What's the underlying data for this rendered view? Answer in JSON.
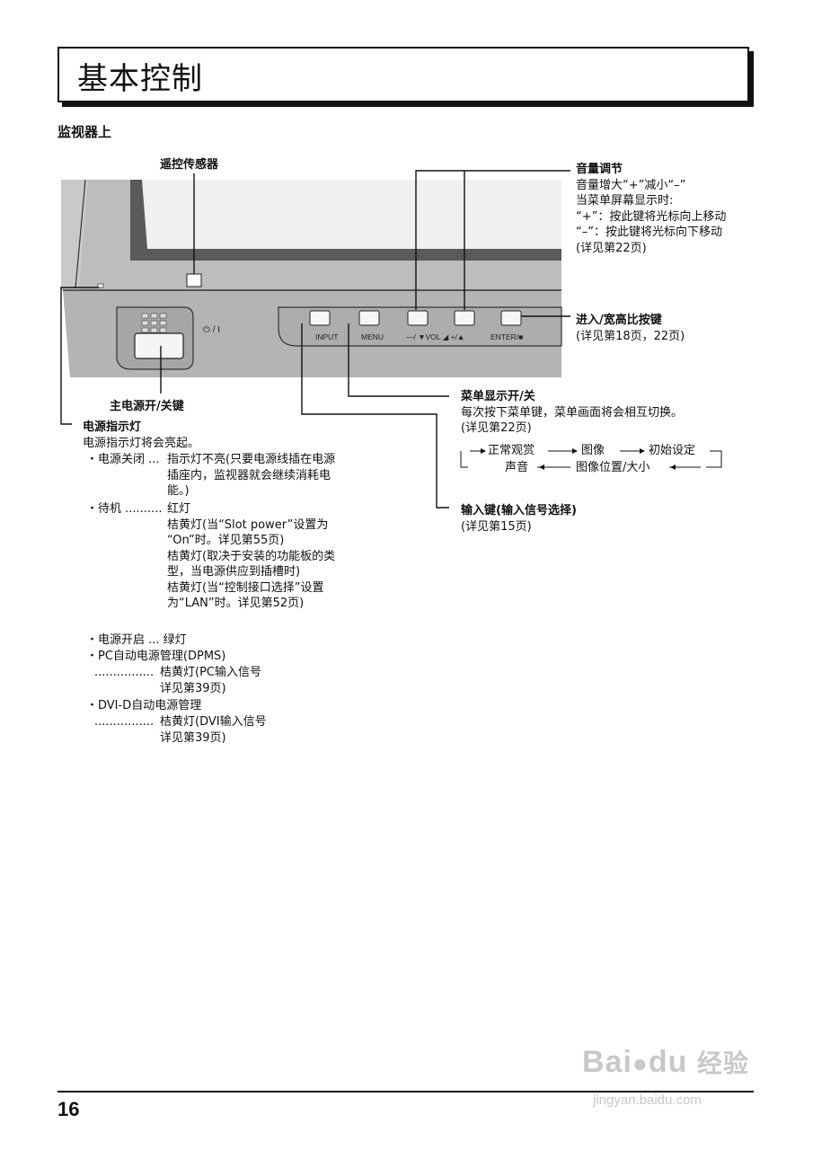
{
  "title": "基本控制",
  "section": "监视器上",
  "labels": {
    "remote_sensor": "遥控传感器",
    "main_power": "主电源开/关键"
  },
  "buttons": {
    "input": "INPUT",
    "menu": "MENU",
    "vol": "—/ ▼VOL ◢ +/▲",
    "enter": "ENTER/■",
    "power_symbol": "⏻ / I"
  },
  "volume": {
    "heading": "音量调节",
    "lines": [
      "音量增大“+”减小“–”",
      "当菜单屏幕显示时:",
      "“+”：按此键将光标向上移动",
      "“–”：按此键将光标向下移动",
      "(详见第22页)"
    ]
  },
  "enter_key": {
    "heading": "进入/宽高比按键",
    "lines": [
      "(详见第18页，22页)"
    ]
  },
  "menu_key": {
    "heading": "菜单显示开/关",
    "lines": [
      "每次按下菜单键，菜单画面将会相互切换。",
      "(详见第22页)"
    ],
    "cycle_top": [
      "正常观赏",
      "图像",
      "初始设定"
    ],
    "cycle_bottom": [
      "声音",
      "图像位置/大小"
    ]
  },
  "input_key": {
    "heading": "输入键(输入信号选择)",
    "lines": [
      "(详见第15页)"
    ]
  },
  "power_indicator": {
    "heading": "电源指示灯",
    "intro": "电源指示灯将会亮起。",
    "off_label": "・电源关闭 ...",
    "off_lines": [
      "指示灯不亮(只要电源线插在电源",
      "插座内，监视器就会继续消耗电",
      "能。)"
    ],
    "standby_label": "・待机 ..........",
    "standby_lines": [
      "红灯",
      "桔黄灯(当“Slot power”设置为",
      "“On”时。详见第55页)",
      "桔黄灯(取决于安装的功能板的类",
      "型，当电源供应到插槽时)",
      "桔黄灯(当“控制接口选择”设置",
      "为“LAN”时。详见第52页)"
    ],
    "on_line": "・电源开启 ... 绿灯",
    "pc_label": "・PC自动电源管理(DPMS)",
    "pc_dots": "................",
    "pc_lines": [
      "桔黄灯(PC输入信号",
      "详见第39页)"
    ],
    "dvi_label": "・DVI-D自动电源管理",
    "dvi_dots": "................",
    "dvi_lines": [
      "桔黄灯(DVI输入信号",
      "详见第39页)"
    ]
  },
  "page_number": "16",
  "watermark": {
    "brand": "Bai",
    "brand2": "du",
    "cn": "经验",
    "url": "jingyan.baidu.com"
  }
}
